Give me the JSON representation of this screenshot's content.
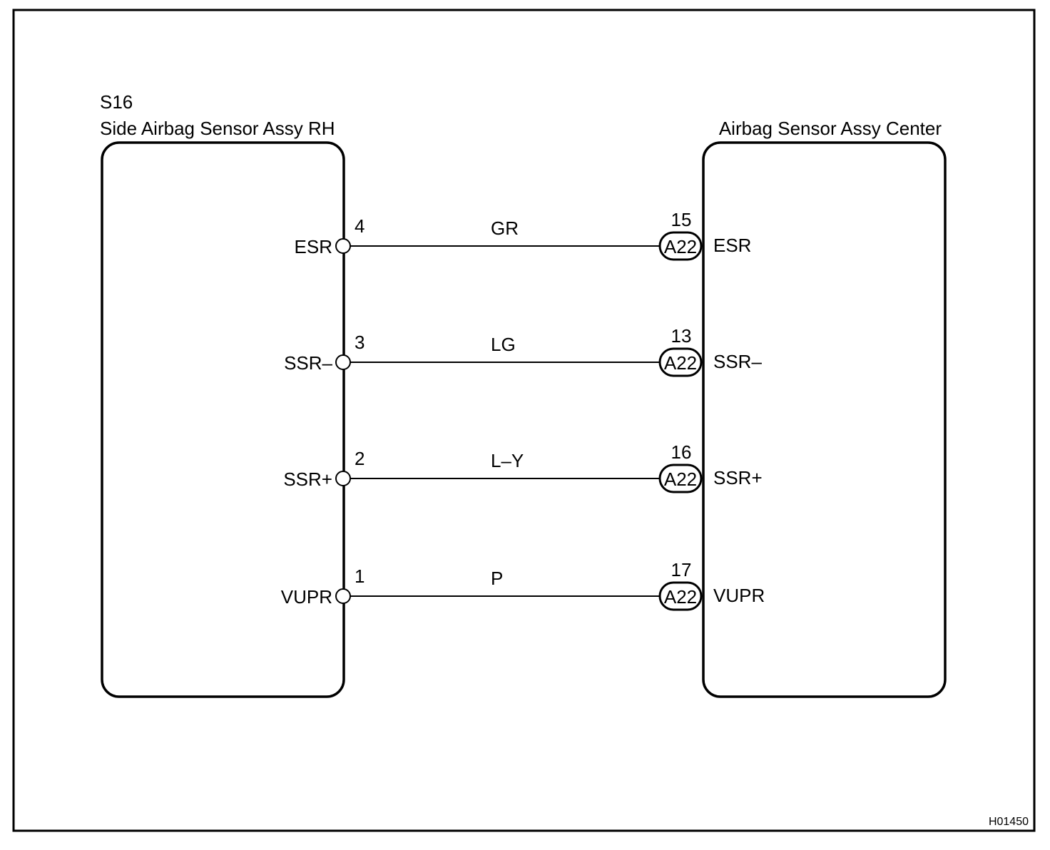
{
  "figure_code": "H01450",
  "left_component": {
    "code": "S16",
    "name": "Side Airbag Sensor Assy RH"
  },
  "right_component": {
    "name": "Airbag Sensor Assy Center"
  },
  "circuits": [
    {
      "left_signal": "ESR",
      "left_pin": "4",
      "wire_color": "GR",
      "connector": "A22",
      "right_pin": "15",
      "right_signal": "ESR"
    },
    {
      "left_signal": "SSR–",
      "left_pin": "3",
      "wire_color": "LG",
      "connector": "A22",
      "right_pin": "13",
      "right_signal": "SSR–"
    },
    {
      "left_signal": "SSR+",
      "left_pin": "2",
      "wire_color": "L–Y",
      "connector": "A22",
      "right_pin": "16",
      "right_signal": "SSR+"
    },
    {
      "left_signal": "VUPR",
      "left_pin": "1",
      "wire_color": "P",
      "connector": "A22",
      "right_pin": "17",
      "right_signal": "VUPR"
    }
  ]
}
